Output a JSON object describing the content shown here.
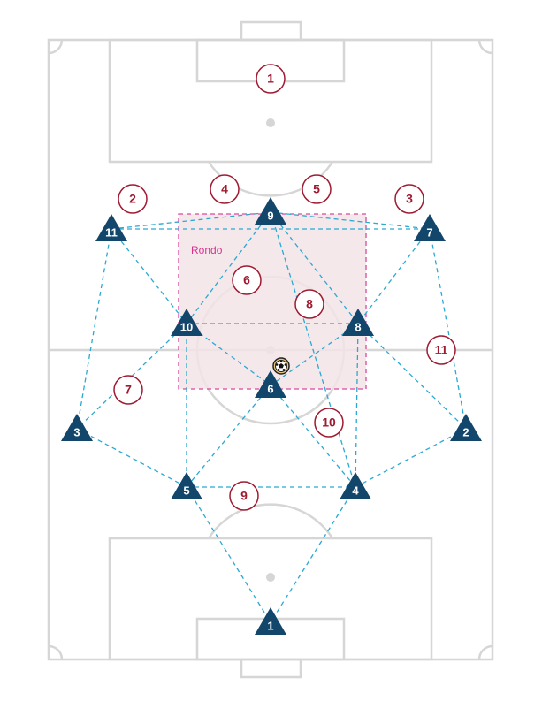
{
  "rondo": {
    "label": "Rondo"
  },
  "passes": [
    [
      "a11",
      "a9"
    ],
    [
      "a9",
      "a7"
    ],
    [
      "a11",
      "a7"
    ],
    [
      "a11",
      "a10"
    ],
    [
      "a11",
      "a3"
    ],
    [
      "a9",
      "a10"
    ],
    [
      "a9",
      "a8"
    ],
    [
      "a9",
      "a4"
    ],
    [
      "a7",
      "a8"
    ],
    [
      "a7",
      "a2"
    ],
    [
      "a10",
      "a8"
    ],
    [
      "a10",
      "a6"
    ],
    [
      "a10",
      "a3"
    ],
    [
      "a10",
      "a5"
    ],
    [
      "a8",
      "a6"
    ],
    [
      "a8",
      "a2"
    ],
    [
      "a8",
      "a4"
    ],
    [
      "a6",
      "a5"
    ],
    [
      "a6",
      "a4"
    ],
    [
      "a3",
      "a5"
    ],
    [
      "a5",
      "a4"
    ],
    [
      "a4",
      "a2"
    ],
    [
      "a5",
      "a1"
    ],
    [
      "a4",
      "a1"
    ]
  ],
  "attackers": [
    {
      "id": "a1",
      "number": "1"
    },
    {
      "id": "a2",
      "number": "2"
    },
    {
      "id": "a3",
      "number": "3"
    },
    {
      "id": "a4",
      "number": "4"
    },
    {
      "id": "a5",
      "number": "5"
    },
    {
      "id": "a6",
      "number": "6"
    },
    {
      "id": "a7",
      "number": "7"
    },
    {
      "id": "a8",
      "number": "8"
    },
    {
      "id": "a9",
      "number": "9"
    },
    {
      "id": "a10",
      "number": "10"
    },
    {
      "id": "a11",
      "number": "11"
    }
  ],
  "defenders": [
    {
      "id": "d1",
      "number": "1"
    },
    {
      "id": "d2",
      "number": "2"
    },
    {
      "id": "d3",
      "number": "3"
    },
    {
      "id": "d4",
      "number": "4"
    },
    {
      "id": "d5",
      "number": "5"
    },
    {
      "id": "d6",
      "number": "6"
    },
    {
      "id": "d7",
      "number": "7"
    },
    {
      "id": "d8",
      "number": "8"
    },
    {
      "id": "d9",
      "number": "9"
    },
    {
      "id": "d10",
      "number": "10"
    },
    {
      "id": "d11",
      "number": "11"
    }
  ],
  "colors": {
    "attacker": "#12466b",
    "defender_outline": "#9e1b32",
    "pass_line": "#2aa9d2",
    "rondo_border": "#d9479e",
    "rondo_fill": "#f3e4e8",
    "pitch_line": "#d6d6d6"
  },
  "icons": {
    "ball": "soccer-ball-icon"
  }
}
